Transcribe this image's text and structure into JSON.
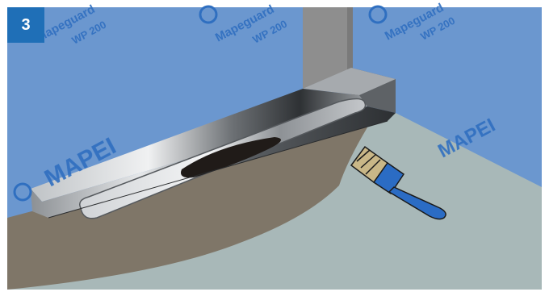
{
  "step": {
    "number": "3"
  },
  "watermarks": {
    "product_line1": "Mapeguard",
    "product_line2": "WP 200",
    "brand": "MAPEI"
  },
  "colors": {
    "membrane_blue": "#6b97cf",
    "watermark_blue": "#2f6fc0",
    "floor_grey": "#a8b8b8",
    "adhesive_brown": "#7f7668",
    "wall_grey": "#8c8c8c",
    "steel_light": "#d8dbdd",
    "steel_dark": "#3a3d40",
    "brush_blue": "#2b6cc4",
    "brush_bristles": "#c9b787",
    "badge_blue": "#1f6fb7"
  }
}
